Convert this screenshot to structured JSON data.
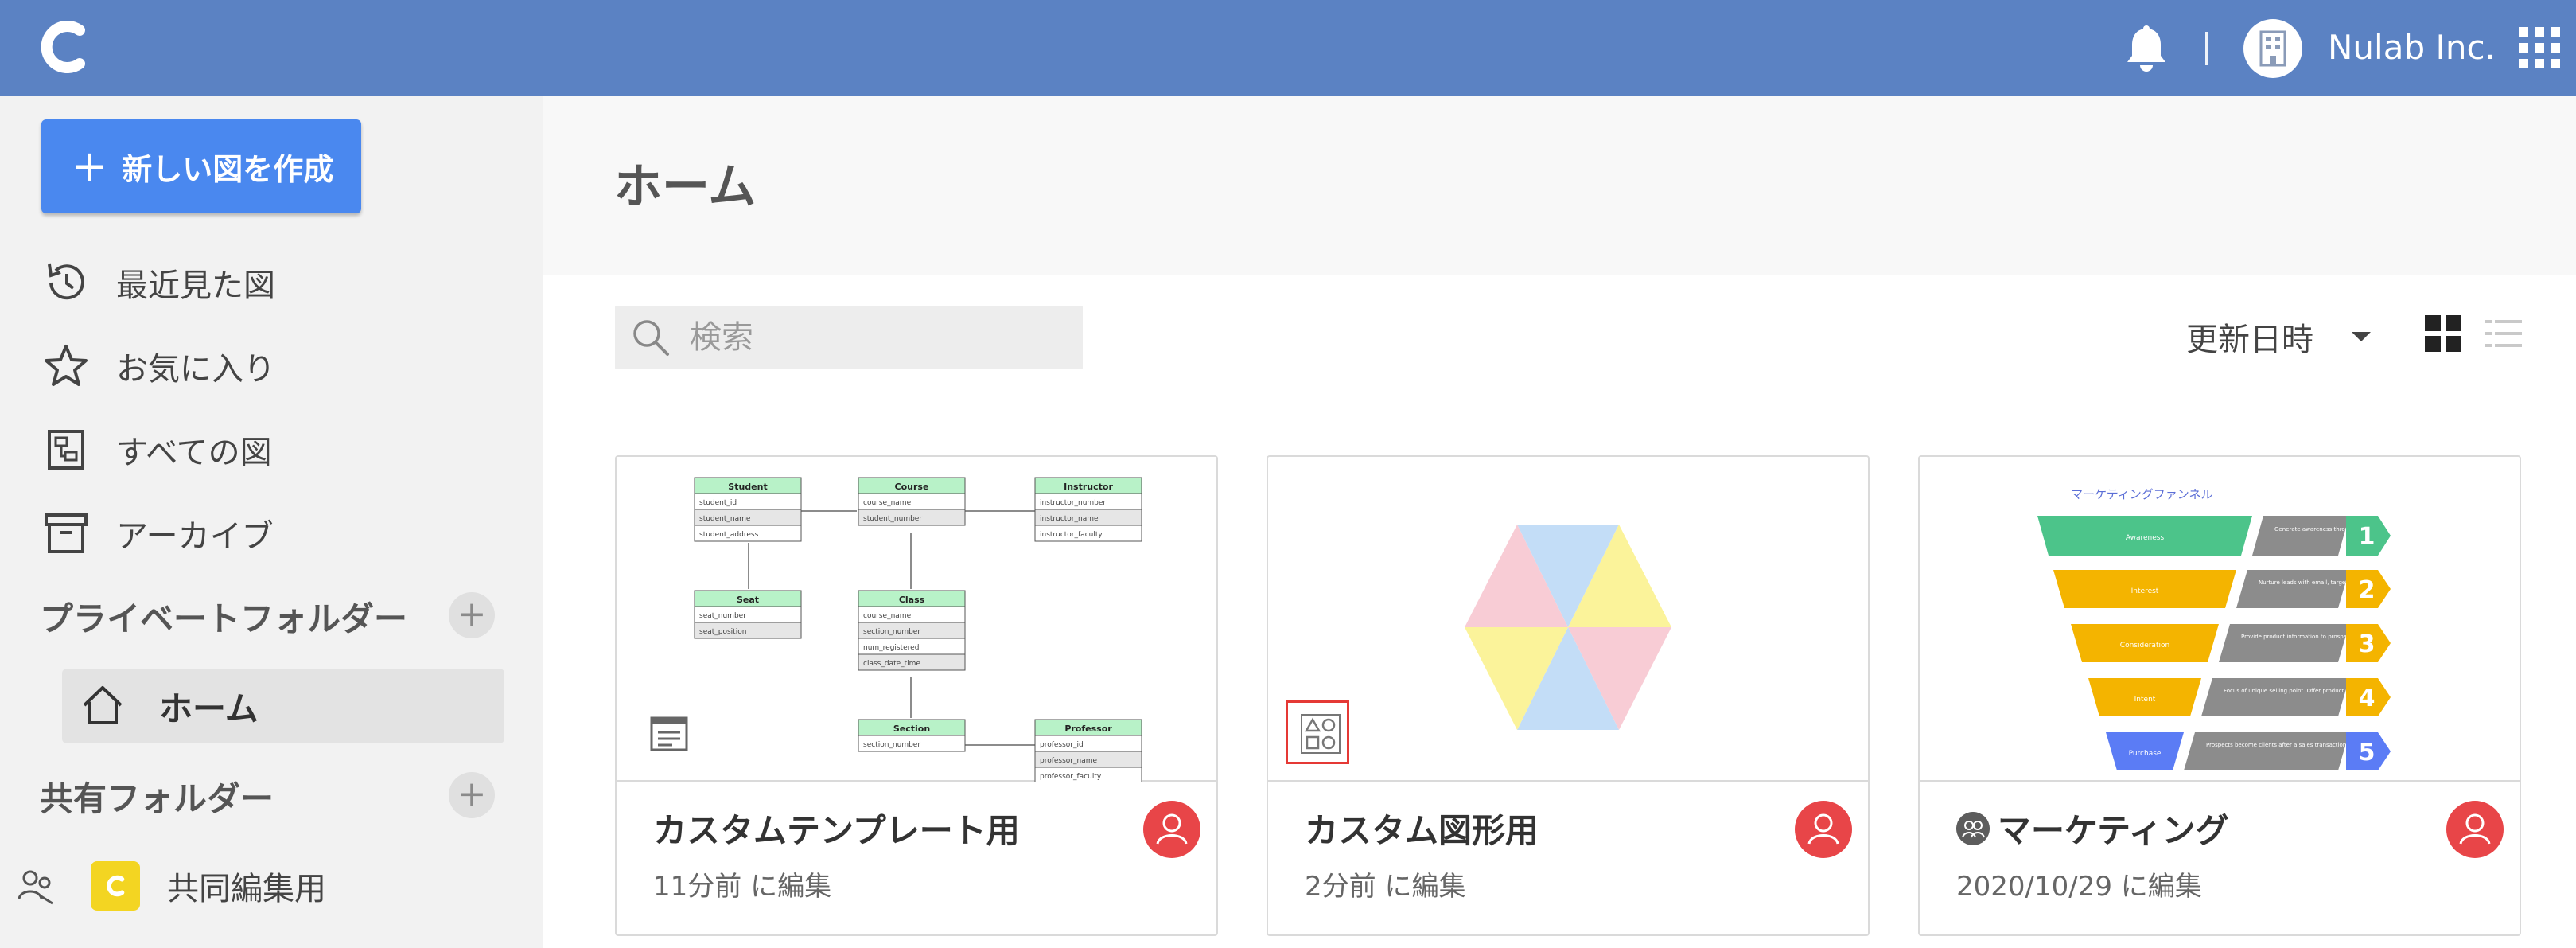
{
  "app": {
    "org_name": "Nulab Inc."
  },
  "sidebar": {
    "new_button": "新しい図を作成",
    "nav": [
      {
        "label": "最近見た図",
        "icon": "history-icon"
      },
      {
        "label": "お気に入り",
        "icon": "star-icon"
      },
      {
        "label": "すべての図",
        "icon": "diagram-icon"
      },
      {
        "label": "アーカイブ",
        "icon": "archive-icon"
      }
    ],
    "private_folder": {
      "label": "プライベートフォルダー",
      "items": [
        {
          "label": "ホーム"
        }
      ]
    },
    "shared_folder": {
      "label": "共有フォルダー",
      "items": [
        {
          "label": "共同編集用"
        }
      ]
    }
  },
  "main": {
    "title": "ホーム",
    "search_placeholder": "検索",
    "sort_label": "更新日時"
  },
  "cards": [
    {
      "title": "カスタムテンプレート用",
      "meta": "11分前 に編集"
    },
    {
      "title": "カスタム図形用",
      "meta": "2分前 に編集"
    },
    {
      "title": "マーケティング",
      "meta": "2020/10/29 に編集"
    }
  ],
  "thumbnails": {
    "er": {
      "entities": [
        {
          "name": "Student",
          "fields": [
            "student_id",
            "student_name",
            "student_address"
          ]
        },
        {
          "name": "Course",
          "fields": [
            "course_name",
            "student_number"
          ]
        },
        {
          "name": "Instructor",
          "fields": [
            "instructor_number",
            "instructor_name",
            "instructor_faculty"
          ]
        },
        {
          "name": "Seat",
          "fields": [
            "seat_number",
            "seat_position"
          ]
        },
        {
          "name": "Class",
          "fields": [
            "course_name",
            "section_number",
            "num_registered",
            "class_date_time"
          ]
        },
        {
          "name": "Section",
          "fields": [
            "section_number"
          ]
        },
        {
          "name": "Professor",
          "fields": [
            "professor_id",
            "professor_name",
            "professor_faculty"
          ]
        }
      ]
    },
    "funnel": {
      "title": "マーケティングファンネル",
      "stages": [
        {
          "label": "Awareness",
          "color": "#4cc48a",
          "num": "1",
          "text": "Generate awareness through events, blogs, etc."
        },
        {
          "label": "Interest",
          "color": "#f4b400",
          "num": "2",
          "text": "Nurture leads with email, targeted content, newsletter, etc."
        },
        {
          "label": "Consideration",
          "color": "#f4b400",
          "num": "3",
          "text": "Provide product information to prospects. Email campaigns, case studies, and free trials."
        },
        {
          "label": "Intent",
          "color": "#f4b400",
          "num": "4",
          "text": "Focus of unique selling point. Offer product demonstrations and one-on-one walk throughs."
        },
        {
          "label": "Purchase",
          "color": "#5b7cf5",
          "num": "5",
          "text": "Prospects become clients after a sales transaction. The process of retention starts."
        }
      ]
    }
  },
  "colors": {
    "topbar": "#5b82c3",
    "primary_button": "#4a88ef",
    "avatar": "#e84548",
    "folder_badge": "#f3d522"
  }
}
